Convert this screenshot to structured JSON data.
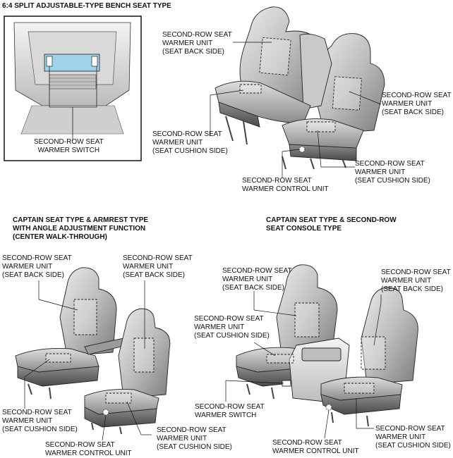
{
  "sections": {
    "split_bench": {
      "title": "6:4 SPLIT ADJUSTABLE-TYPE BENCH SEAT TYPE",
      "labels": {
        "switch": "SECOND-ROW SEAT\nWARMER SWITCH",
        "back_left": "SECOND-ROW SEAT\nWARMER UNIT\n(SEAT BACK SIDE)",
        "back_right": "SECOND-ROW SEAT\nWARMER UNIT\n(SEAT BACK SIDE)",
        "cushion_left": "SECOND-ROW SEAT\nWARMER UNIT\n(SEAT CUSHION SIDE)",
        "cushion_right": "SECOND-ROW SEAT\nWARMER UNIT\n(SEAT CUSHION SIDE)",
        "control": "SECOND-ROW SEAT\nWARMER CONTROL UNIT"
      }
    },
    "captain_armrest": {
      "title": "CAPTAIN SEAT TYPE & ARMREST TYPE\nWITH ANGLE ADJUSTMENT FUNCTION\n(CENTER WALK-THROUGH)",
      "labels": {
        "back_left": "SECOND-ROW SEAT\nWARMER UNIT\n(SEAT BACK SIDE)",
        "back_right": "SECOND-ROW SEAT\nWARMER UNIT\n(SEAT BACK SIDE)",
        "cushion_left": "SECOND-ROW SEAT\nWARMER UNIT\n(SEAT CUSHION SIDE)",
        "cushion_right": "SECOND-ROW SEAT\nWARMER UNIT\n(SEAT CUSHION SIDE)",
        "control": "SECOND-ROW SEAT\nWARMER CONTROL UNIT"
      }
    },
    "captain_console": {
      "title": "CAPTAIN SEAT TYPE & SECOND-ROW\nSEAT CONSOLE TYPE",
      "labels": {
        "back_left": "SECOND-ROW SEAT\nWARMER UNIT\n(SEAT BACK SIDE)",
        "back_right": "SECOND-ROW SEAT\nWARMER UNIT\n(SEAT BACK SIDE)",
        "cushion_left": "SECOND-ROW SEAT\nWARMER UNIT\n(SEAT CUSHION SIDE)",
        "switch": "SECOND-ROW SEAT\nWARMER SWITCH",
        "cushion_right": "SECOND-ROW SEAT\nWARMER UNIT\n(SEAT CUSHION SIDE)",
        "control": "SECOND-ROW SEAT\nWARMER CONTROL UNIT"
      }
    }
  },
  "colors": {
    "seat_fill": "#bdbdbd",
    "seat_dark": "#7a7a7a",
    "seat_light": "#e6e6e6",
    "outline": "#222222",
    "switch_panel": "#9fd3ea"
  }
}
